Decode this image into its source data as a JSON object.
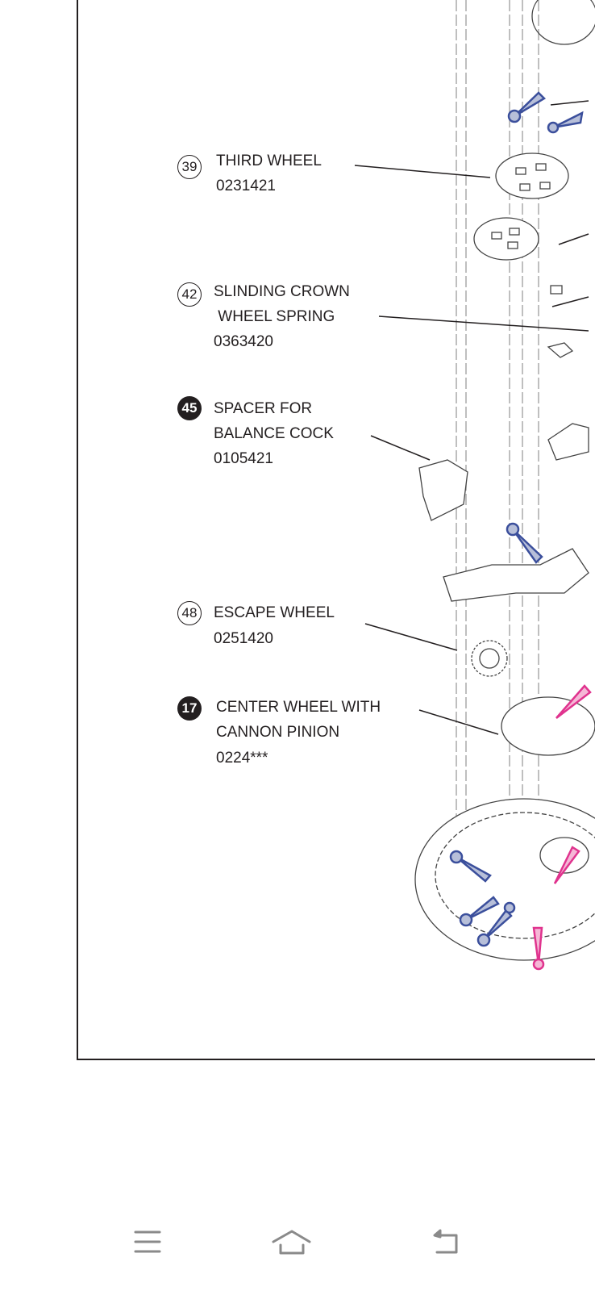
{
  "diagram": {
    "parts": [
      {
        "number": "39",
        "style": "open",
        "lines": [
          "THIRD WHEEL",
          "0231421"
        ]
      },
      {
        "number": "42",
        "style": "open",
        "lines": [
          "SLINDING CROWN",
          " WHEEL SPRING",
          "0363420"
        ]
      },
      {
        "number": "45",
        "style": "filled",
        "lines": [
          "SPACER FOR",
          "BALANCE COCK",
          "0105421"
        ]
      },
      {
        "number": "48",
        "style": "open",
        "lines": [
          "ESCAPE WHEEL",
          "0251420"
        ]
      },
      {
        "number": "17",
        "style": "filled",
        "lines": [
          "CENTER WHEEL WITH",
          "CANNON PINION",
          "0224***"
        ]
      }
    ],
    "colors": {
      "blue_marker": "#3b4f9c",
      "pink_marker": "#e0338e",
      "line": "#231f20"
    }
  },
  "navbar": {
    "icons": [
      "menu-icon",
      "home-icon",
      "back-icon"
    ]
  }
}
